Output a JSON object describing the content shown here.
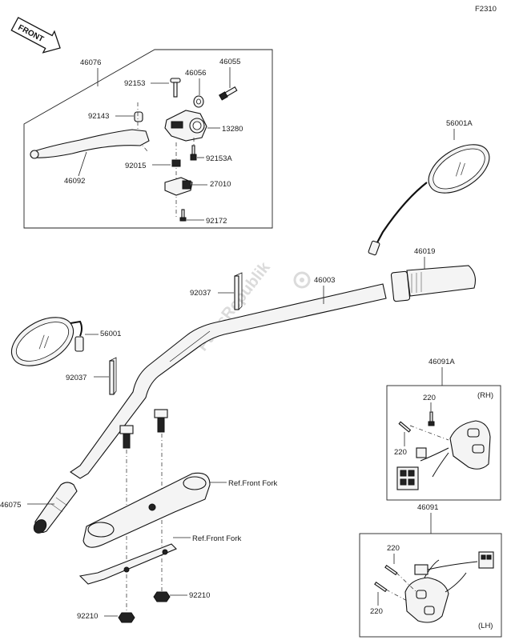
{
  "figure_code": "F2310",
  "front_label": "FRONT",
  "watermark": "PartsRepublik",
  "parts": {
    "p46076": "46076",
    "p92153": "92153",
    "p46056": "46056",
    "p46055": "46055",
    "p92143": "92143",
    "p13280": "13280",
    "p92015": "92015",
    "p92153A": "92153A",
    "p46092": "46092",
    "p27010": "27010",
    "p92172": "92172",
    "p56001A": "56001A",
    "p46019": "46019",
    "p46003": "46003",
    "p92037_top": "92037",
    "p56001": "56001",
    "p92037_bottom": "92037",
    "p46091A": "46091A",
    "p220_rh_a": "220",
    "p220_rh_b": "220",
    "rh_tag": "(RH)",
    "p46075": "46075",
    "ref_front_fork_1": "Ref.Front Fork",
    "ref_front_fork_2": "Ref.Front Fork",
    "p46091": "46091",
    "p220_lh_a": "220",
    "p220_lh_b": "220",
    "lh_tag": "(LH)",
    "p92210_right": "92210",
    "p92210_left": "92210"
  }
}
